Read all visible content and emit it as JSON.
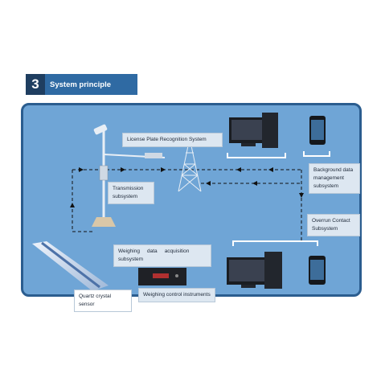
{
  "header": {
    "number": "3",
    "title": "System principle"
  },
  "labels": {
    "lpr": "License Plate Recognition System",
    "transmission": [
      "Transmission",
      "subsystem"
    ],
    "background": [
      "Background data",
      "management",
      "subsystem"
    ],
    "overrun": [
      "Overrun  Contact",
      "Subsystem"
    ],
    "weighing": [
      "Weighing     data     acquisition",
      "subsystem"
    ],
    "quartz": "Quartz crystal sensor",
    "control": "Weighing control instruments"
  },
  "colors": {
    "panel": "#6fa5d6",
    "panel_border": "#2b5d8f",
    "header_dark": "#1f3e60",
    "header_light": "#2f6aa3"
  },
  "icons": [
    "street-pole-icon",
    "antenna-tower-icon",
    "desktop-computer-icon",
    "mobile-phone-icon",
    "road-sensor-icon",
    "control-instrument-icon"
  ]
}
